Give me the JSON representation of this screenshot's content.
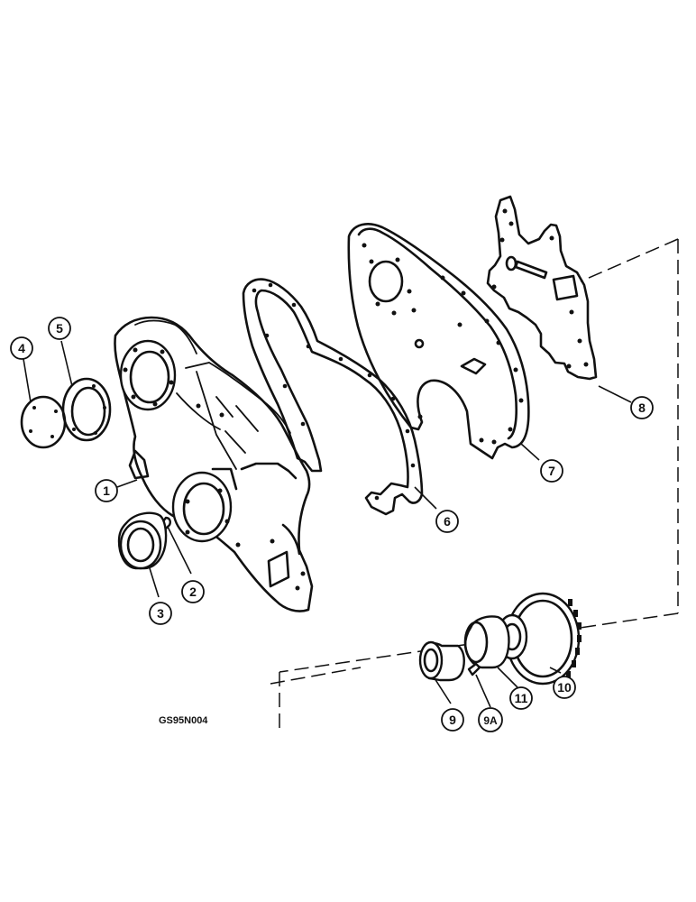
{
  "figure_code": "GS95N004",
  "callouts": {
    "c1": "1",
    "c2": "2",
    "c3": "3",
    "c4": "4",
    "c5": "5",
    "c6": "6",
    "c7": "7",
    "c8": "8",
    "c9": "9",
    "c9a": "9A",
    "c10": "10",
    "c11": "11"
  }
}
